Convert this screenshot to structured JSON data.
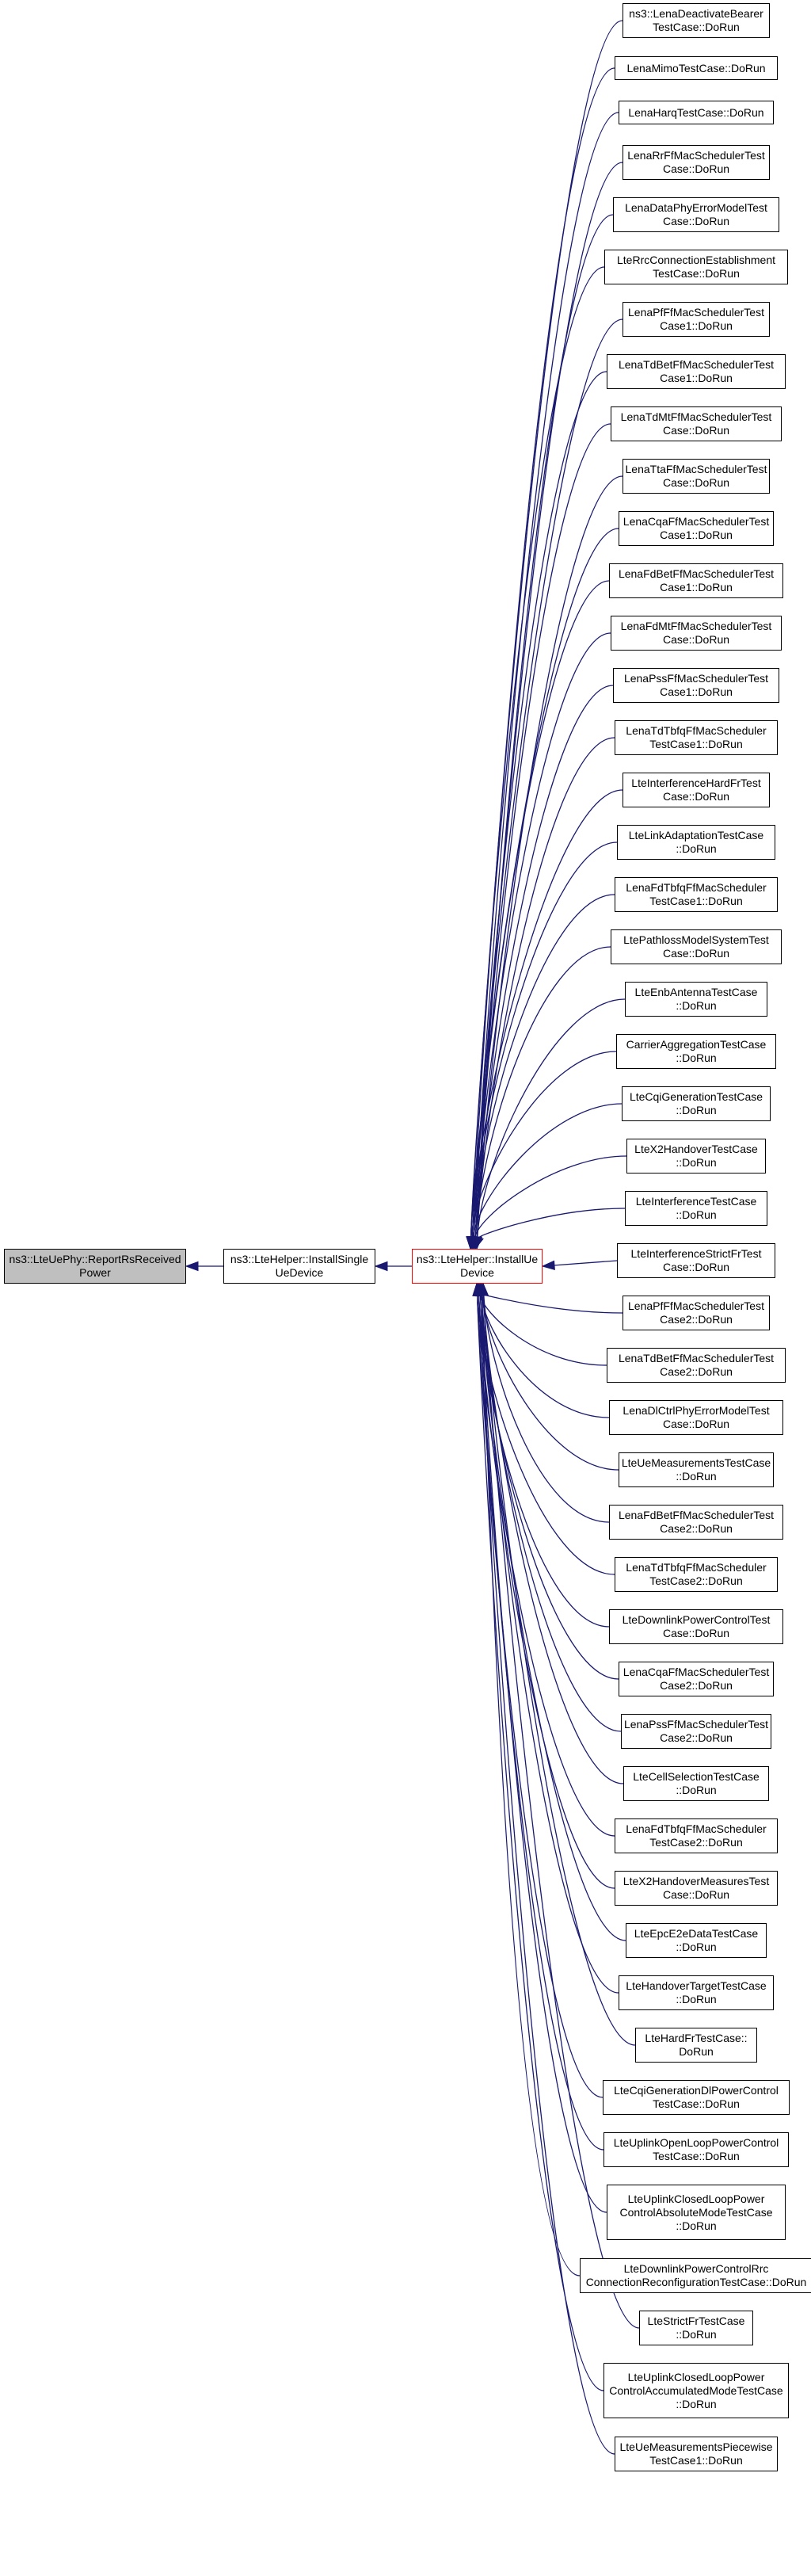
{
  "graph": {
    "root": {
      "label": "ns3::LteUePhy::ReportRsReceived\nPower"
    },
    "install_single": {
      "label": "ns3::LteHelper::InstallSingle\nUeDevice"
    },
    "install_ue": {
      "label": "ns3::LteHelper::InstallUe\nDevice"
    },
    "callers": [
      "ns3::LenaDeactivateBearer\nTestCase::DoRun",
      "LenaMimoTestCase::DoRun",
      "LenaHarqTestCase::DoRun",
      "LenaRrFfMacSchedulerTest\nCase::DoRun",
      "LenaDataPhyErrorModelTest\nCase::DoRun",
      "LteRrcConnectionEstablishment\nTestCase::DoRun",
      "LenaPfFfMacSchedulerTest\nCase1::DoRun",
      "LenaTdBetFfMacSchedulerTest\nCase1::DoRun",
      "LenaTdMtFfMacSchedulerTest\nCase::DoRun",
      "LenaTtaFfMacSchedulerTest\nCase::DoRun",
      "LenaCqaFfMacSchedulerTest\nCase1::DoRun",
      "LenaFdBetFfMacSchedulerTest\nCase1::DoRun",
      "LenaFdMtFfMacSchedulerTest\nCase::DoRun",
      "LenaPssFfMacSchedulerTest\nCase1::DoRun",
      "LenaTdTbfqFfMacScheduler\nTestCase1::DoRun",
      "LteInterferenceHardFrTest\nCase::DoRun",
      "LteLinkAdaptationTestCase\n::DoRun",
      "LenaFdTbfqFfMacScheduler\nTestCase1::DoRun",
      "LtePathlossModelSystemTest\nCase::DoRun",
      "LteEnbAntennaTestCase\n::DoRun",
      "CarrierAggregationTestCase\n::DoRun",
      "LteCqiGenerationTestCase\n::DoRun",
      "LteX2HandoverTestCase\n::DoRun",
      "LteInterferenceTestCase\n::DoRun",
      "LteInterferenceStrictFrTest\nCase::DoRun",
      "LenaPfFfMacSchedulerTest\nCase2::DoRun",
      "LenaTdBetFfMacSchedulerTest\nCase2::DoRun",
      "LenaDlCtrlPhyErrorModelTest\nCase::DoRun",
      "LteUeMeasurementsTestCase\n::DoRun",
      "LenaFdBetFfMacSchedulerTest\nCase2::DoRun",
      "LenaTdTbfqFfMacScheduler\nTestCase2::DoRun",
      "LteDownlinkPowerControlTest\nCase::DoRun",
      "LenaCqaFfMacSchedulerTest\nCase2::DoRun",
      "LenaPssFfMacSchedulerTest\nCase2::DoRun",
      "LteCellSelectionTestCase\n::DoRun",
      "LenaFdTbfqFfMacScheduler\nTestCase2::DoRun",
      "LteX2HandoverMeasuresTest\nCase::DoRun",
      "LteEpcE2eDataTestCase\n::DoRun",
      "LteHandoverTargetTestCase\n::DoRun",
      "LteHardFrTestCase::\nDoRun",
      "LteCqiGenerationDlPowerControl\nTestCase::DoRun",
      "LteUplinkOpenLoopPowerControl\nTestCase::DoRun",
      "LteUplinkClosedLoopPower\nControlAbsoluteModeTestCase\n::DoRun",
      "LteDownlinkPowerControlRrc\nConnectionReconfigurationTestCase::DoRun",
      "LteStrictFrTestCase\n::DoRun",
      "LteUplinkClosedLoopPower\nControlAccumulatedModeTestCase\n::DoRun",
      "LteUeMeasurementsPiecewise\nTestCase1::DoRun"
    ],
    "colors": {
      "edge": "#191970",
      "node_border": "#000000",
      "root_fill": "#bfbfbf",
      "highlight_border": "#ff0000"
    }
  }
}
